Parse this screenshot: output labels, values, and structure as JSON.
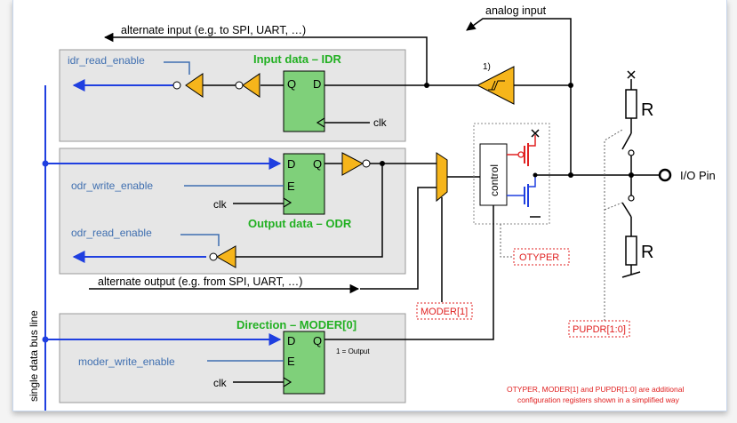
{
  "colors": {
    "bus": "#1f3fe0",
    "signal_text": "#3f6fb0",
    "block_title": "#22b022",
    "register_red": "#e02020",
    "ff_fill": "#7fd07a",
    "buffer_fill": "#f6b51b",
    "panel_fill": "#e6e6e6",
    "nmos_blue": "#1f3fe0"
  },
  "labels": {
    "analog_input": "analog input",
    "alternate_input": "alternate input (e.g. to SPI, UART, …)",
    "alternate_output": "alternate output (e.g. from SPI, UART, …)",
    "idr_read_enable": "idr_read_enable",
    "odr_write_enable": "odr_write_enable",
    "odr_read_enable": "odr_read_enable",
    "moder_write_enable": "moder_write_enable",
    "input_data_title": "Input data – IDR",
    "output_data_title": "Output data – ODR",
    "direction_title": "Direction – MODER[0]",
    "clk": "clk",
    "q": "Q",
    "d": "D",
    "e": "E",
    "control": "control",
    "io_pin": "I/O Pin",
    "resistor": "R",
    "schmitt_note": "1)",
    "one_output": "1 = Output",
    "single_data_bus_line": "single data bus line",
    "otyper": "OTYPER",
    "moder1": "MODER[1]",
    "pupdr": "PUPDR[1:0]",
    "footnote_line1": "OTYPER, MODER[1] and PUPDR[1:0] are additional",
    "footnote_line2": "configuration registers shown in a simplified way"
  }
}
